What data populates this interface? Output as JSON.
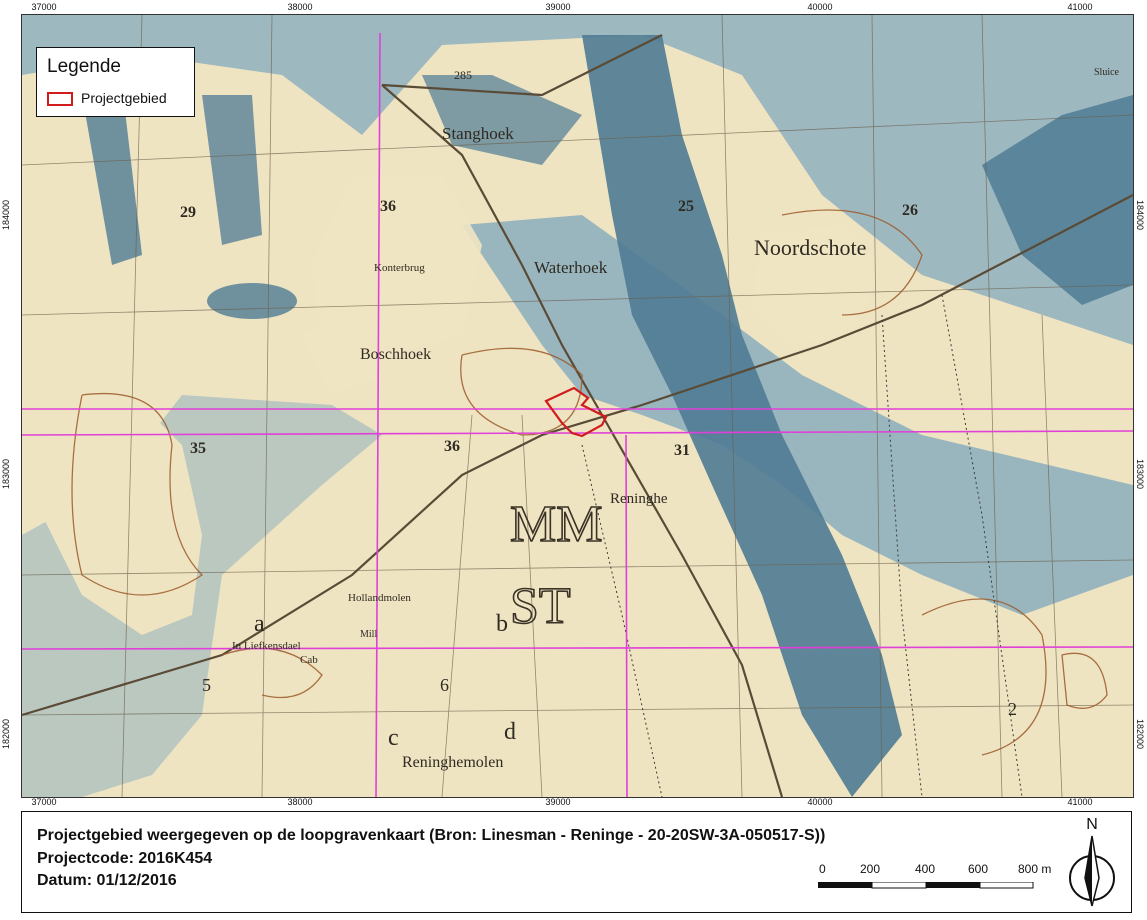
{
  "map": {
    "top_ticks": [
      "37000",
      "38000",
      "39000",
      "40000",
      "41000"
    ],
    "bottom_ticks": [
      "37000",
      "38000",
      "39000",
      "40000",
      "41000"
    ],
    "left_ticks": [
      "184000",
      "183000",
      "182000"
    ],
    "right_ticks": [
      "184000",
      "183000",
      "182000"
    ],
    "place_labels": [
      "Stanghoek",
      "Konterbrug",
      "Waterhoek",
      "Noordschote",
      "Boschhoek",
      "Reninghe",
      "Hollandmolen",
      "Mill",
      "In Liefkensdael",
      "Cab",
      "Reninghemolen",
      "Sluice"
    ],
    "grid_numbers": [
      "29",
      "36",
      "25",
      "26",
      "35",
      "36",
      "31",
      "5",
      "6",
      "a",
      "b",
      "c",
      "d",
      "2",
      "285"
    ],
    "big_letters": [
      "MM",
      "ST"
    ],
    "colors": {
      "paper": "#efe4c2",
      "flood": "#6e94a8",
      "flood_dark": "#45708a",
      "grid": "#e040d8",
      "project": "#d21c1c"
    }
  },
  "legend": {
    "title": "Legende",
    "item_label": "Projectgebied"
  },
  "info": {
    "title": "Projectgebied weergegeven op de loopgravenkaart (Bron: Linesman - Reninge - 20-20SW-3A-050517-S))",
    "code": "Projectcode: 2016K454",
    "date": "Datum: 01/12/2016"
  },
  "scalebar": {
    "labels": [
      "0",
      "200",
      "400",
      "600",
      "800 m"
    ]
  },
  "north_arrow": {
    "label": "N"
  }
}
